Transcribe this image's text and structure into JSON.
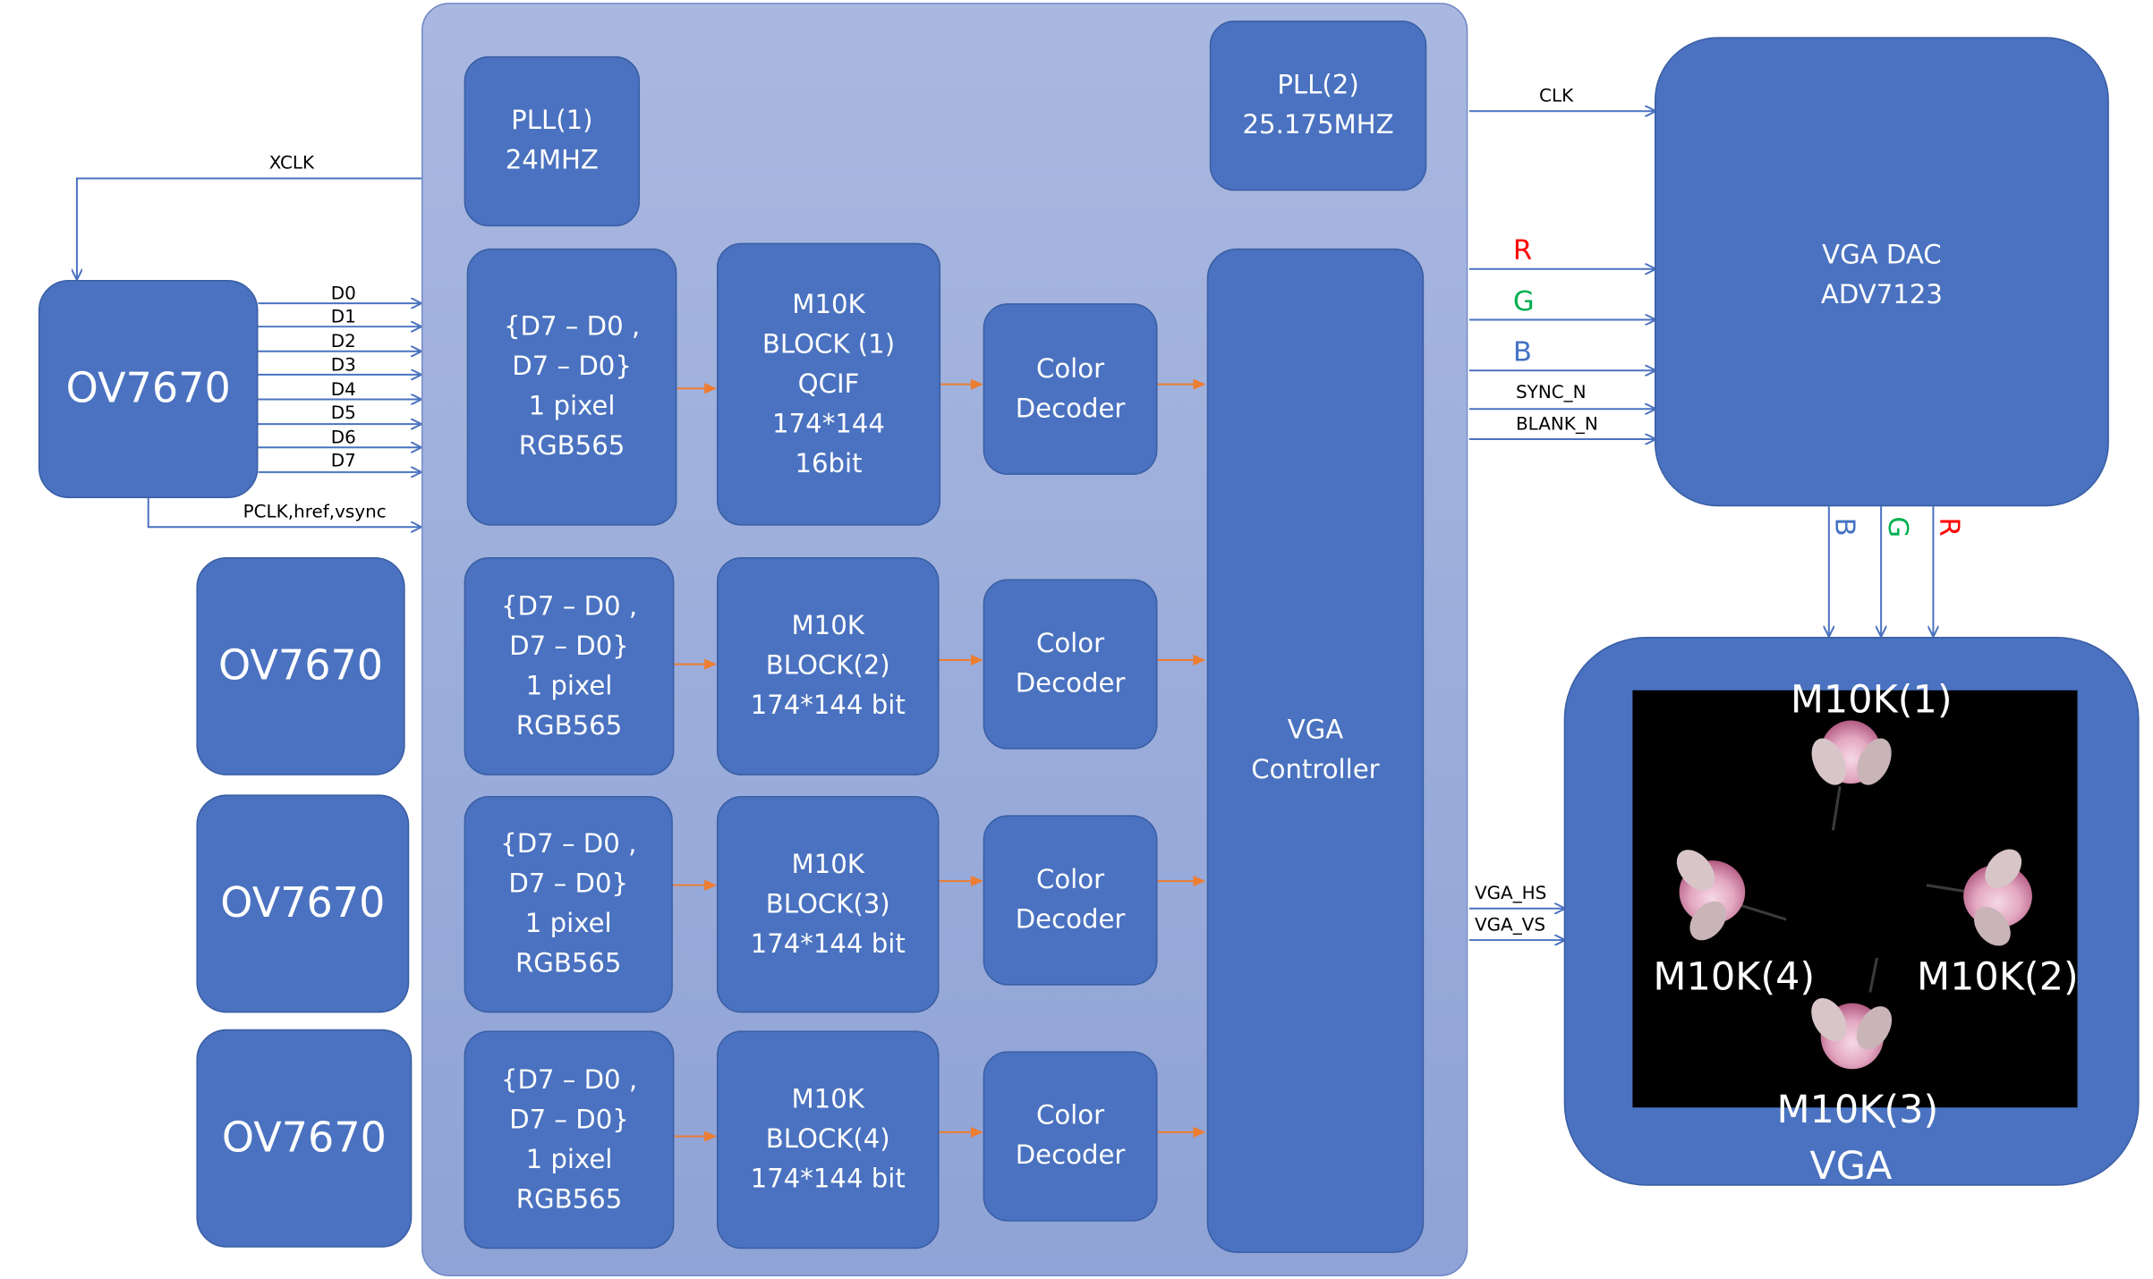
{
  "camera_main": "OV7670",
  "cameras": [
    "OV7670",
    "OV7670",
    "OV7670"
  ],
  "pll1": "PLL(1)\n24MHZ",
  "pll2": "PLL(2)\n25.175MHZ",
  "rows": [
    {
      "pixel": "{D7 – D0 ,\nD7 – D0}\n1 pixel\nRGB565",
      "m10k": "M10K\nBLOCK (1)\nQCIF\n174*144\n16bit",
      "decoder": "Color\nDecoder"
    },
    {
      "pixel": "{D7 – D0 ,\nD7 – D0}\n1 pixel\nRGB565",
      "m10k": "M10K\nBLOCK(2)\n174*144 bit",
      "decoder": "Color\nDecoder"
    },
    {
      "pixel": "{D7 – D0 ,\nD7 – D0}\n1 pixel\nRGB565",
      "m10k": "M10K\nBLOCK(3)\n174*144 bit",
      "decoder": "Color\nDecoder"
    },
    {
      "pixel": "{D7 – D0 ,\nD7 – D0}\n1 pixel\nRGB565",
      "m10k": "M10K\nBLOCK(4)\n174*144 bit",
      "decoder": "Color\nDecoder"
    }
  ],
  "vga_controller": "VGA\nController",
  "vga_dac": "VGA DAC\nADV7123",
  "vga_display": {
    "title": "VGA",
    "quadrant_labels": [
      "M10K(1)",
      "M10K(2)",
      "M10K(3)",
      "M10K(4)"
    ]
  },
  "signals": {
    "xclk": "XCLK",
    "data_lines": [
      "D0",
      "D1",
      "D2",
      "D3",
      "D4",
      "D5",
      "D6",
      "D7"
    ],
    "pclk": "PCLK,href,vsync",
    "clk": "CLK",
    "r": "R",
    "g": "G",
    "b": "B",
    "sync_n": "SYNC_N",
    "blank_n": "BLANK_N",
    "vga_hs": "VGA_HS",
    "vga_vs": "VGA_VS",
    "out_b": "B",
    "out_g": "G",
    "out_r": "R"
  },
  "colors": {
    "block": "#4a72c0",
    "fpga_bg": "#a3b3dd",
    "wire": "#4a72c0",
    "internal_arrow": "#ed7d31",
    "r": "#ff0000",
    "g": "#00b050",
    "b": "#4472c4"
  }
}
